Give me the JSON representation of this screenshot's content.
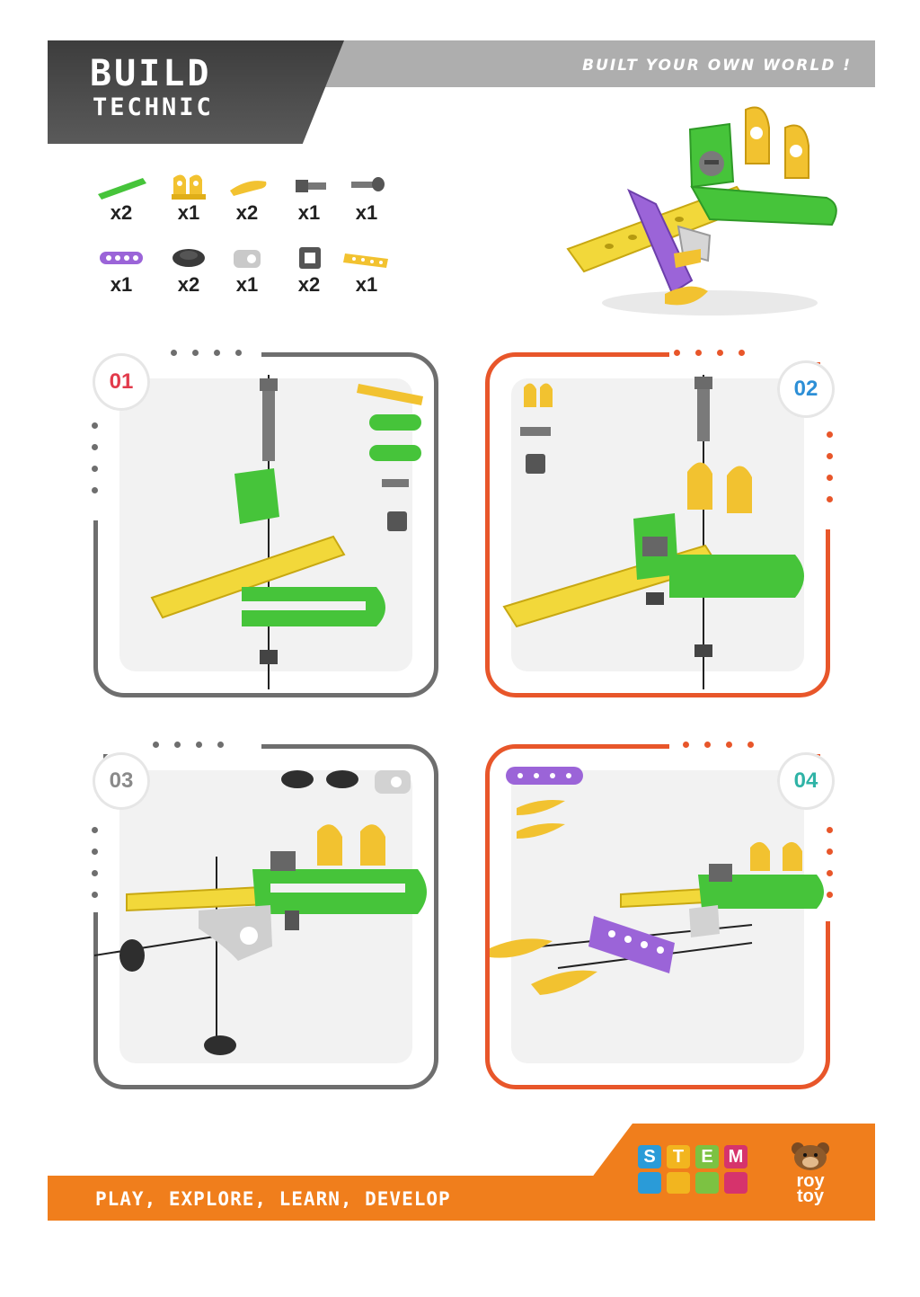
{
  "header": {
    "logo_line1": "BUILD",
    "logo_line2": "TECHNIC",
    "tagline": "BUILT YOUR OWN WORLD !"
  },
  "parts": [
    {
      "name": "green-beam",
      "qty": "x2",
      "color": "#46c43a"
    },
    {
      "name": "yellow-double-bracket",
      "qty": "x1",
      "color": "#f2c230"
    },
    {
      "name": "yellow-short-link",
      "qty": "x2",
      "color": "#f2c230"
    },
    {
      "name": "long-bolt",
      "qty": "x1",
      "color": "#555555"
    },
    {
      "name": "short-bolt",
      "qty": "x1",
      "color": "#555555"
    },
    {
      "name": "purple-perforated-beam",
      "qty": "x1",
      "color": "#9b64d8"
    },
    {
      "name": "gear-nut",
      "qty": "x2",
      "color": "#3a3a3a"
    },
    {
      "name": "grey-angle-bracket",
      "qty": "x1",
      "color": "#c9c9c9"
    },
    {
      "name": "square-nut",
      "qty": "x2",
      "color": "#555555"
    },
    {
      "name": "yellow-perforated-beam",
      "qty": "x1",
      "color": "#f2c230"
    }
  ],
  "steps": [
    {
      "number": "01",
      "color": "#e23a4b"
    },
    {
      "number": "02",
      "color": "#2d8fd6"
    },
    {
      "number": "03",
      "color": "#8a8a8a"
    },
    {
      "number": "04",
      "color": "#2fb3a6"
    }
  ],
  "footer": {
    "slogan": "PLAY, EXPLORE, LEARN, DEVELOP",
    "stem_letters": [
      "S",
      "T",
      "E",
      "M"
    ],
    "stem_colors": [
      "#2a9bd8",
      "#f2b51f",
      "#7cc242",
      "#d6336c"
    ],
    "brand_line1": "roy",
    "brand_line2": "toy"
  },
  "colors": {
    "grey_frame": "#6e6e6e",
    "orange_frame": "#e8562a",
    "accent_orange": "#f07e1c"
  }
}
